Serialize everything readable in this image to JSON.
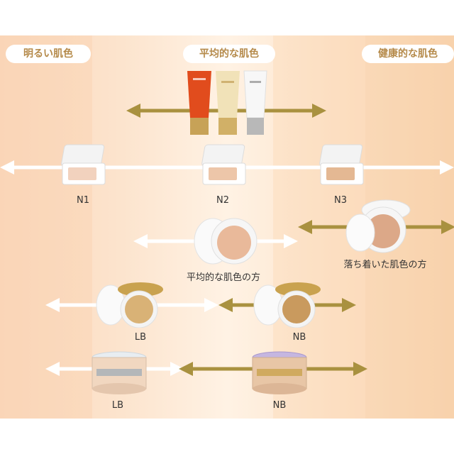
{
  "headers": {
    "light": "明るい肌色",
    "average": "平均的な肌色",
    "healthy": "健康的な肌色"
  },
  "rows": {
    "compact": {
      "labels": [
        "N1",
        "N2",
        "N3"
      ]
    },
    "cushion": {
      "labels": [
        "平均的な肌色の方",
        "落ち着いた肌色の方"
      ]
    },
    "powder_cushion": {
      "labels": [
        "LB",
        "NB"
      ]
    },
    "cream": {
      "labels": [
        "LB",
        "NB"
      ]
    }
  },
  "colors": {
    "gold_arrow": "#a9913f",
    "white_arrow": "#ffffff",
    "header_text": "#b58a4a"
  }
}
